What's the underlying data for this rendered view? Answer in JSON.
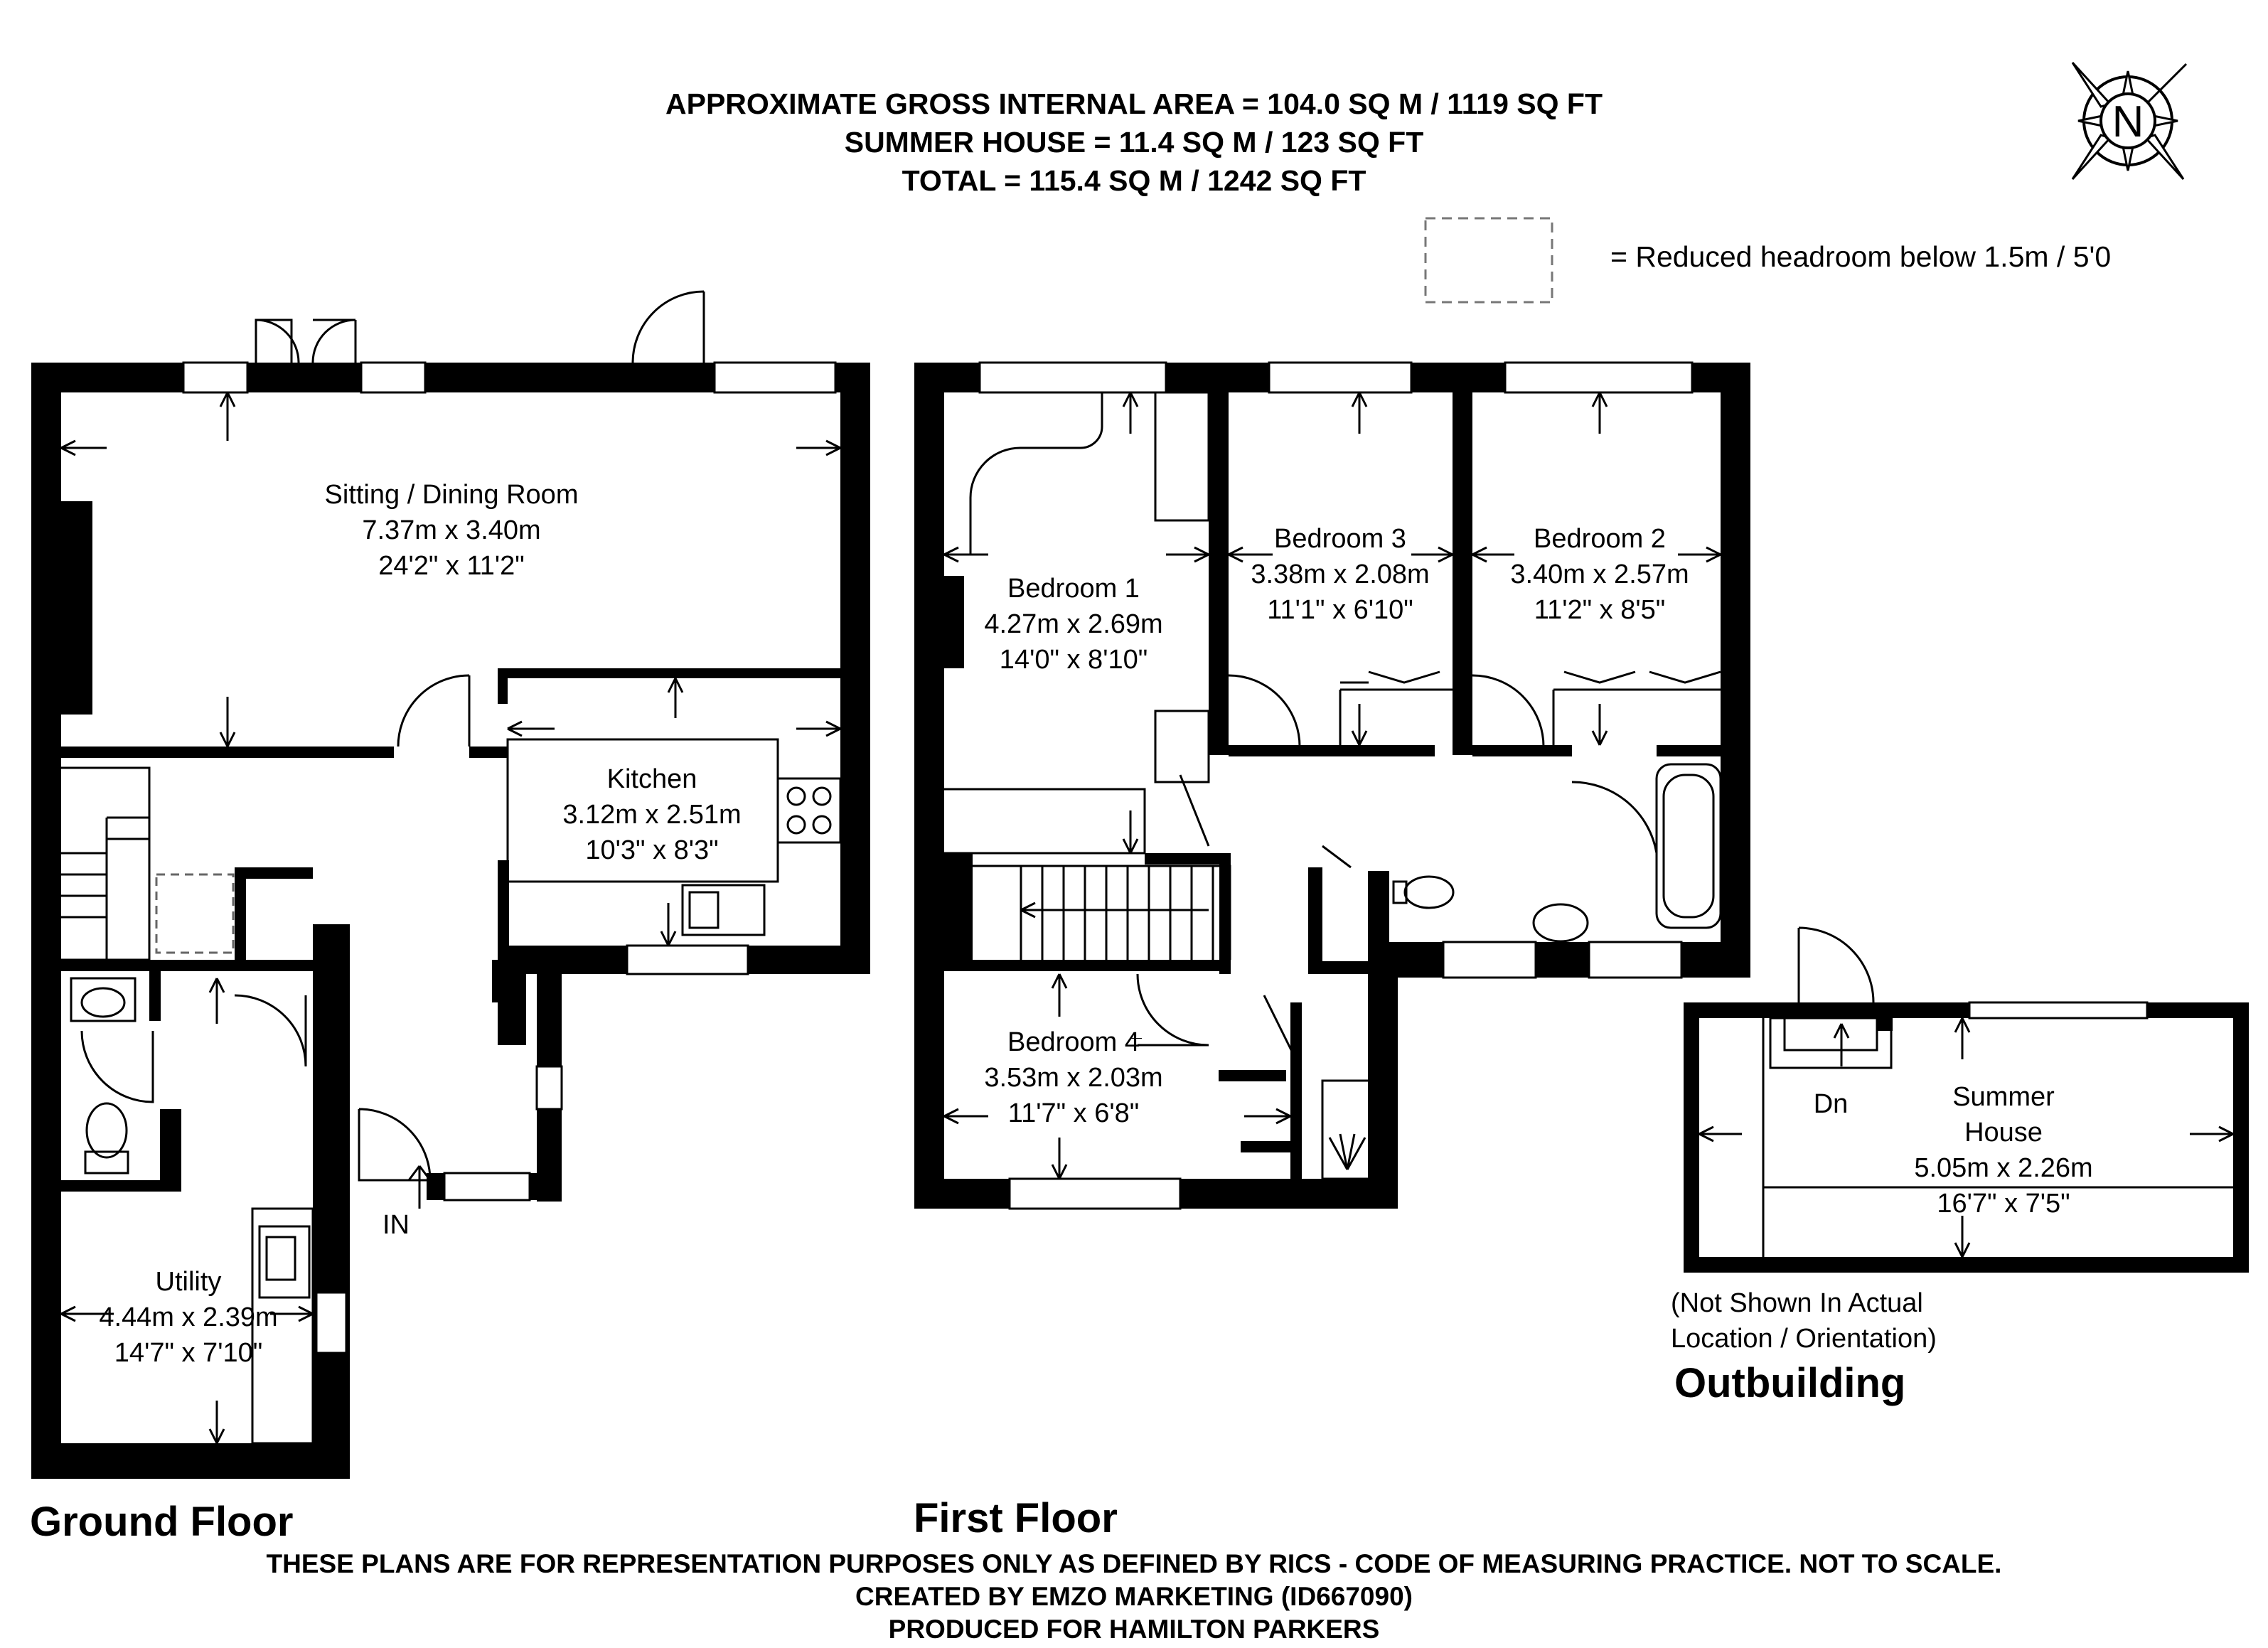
{
  "header": {
    "line1": "APPROXIMATE GROSS INTERNAL AREA = 104.0 SQ M / 1119 SQ FT",
    "line2": "SUMMER HOUSE = 11.4 SQ M / 123 SQ FT",
    "line3": "TOTAL = 115.4 SQ M / 1242 SQ FT"
  },
  "compass": {
    "letter": "N"
  },
  "legend": {
    "text": "= Reduced headroom below 1.5m / 5'0"
  },
  "ground_floor": {
    "label": "Ground Floor",
    "entrance": "IN",
    "rooms": {
      "sitting": {
        "name": "Sitting / Dining Room",
        "metric": "7.37m x 3.40m",
        "imperial": "24'2\" x 11'2\""
      },
      "kitchen": {
        "name": "Kitchen",
        "metric": "3.12m x 2.51m",
        "imperial": "10'3\" x 8'3\""
      },
      "utility": {
        "name": "Utility",
        "metric": "4.44m x 2.39m",
        "imperial": "14'7\" x 7'10\""
      }
    }
  },
  "first_floor": {
    "label": "First Floor",
    "rooms": {
      "bedroom1": {
        "name": "Bedroom 1",
        "metric": "4.27m x 2.69m",
        "imperial": "14'0\" x 8'10\""
      },
      "bedroom3": {
        "name": "Bedroom 3",
        "metric": "3.38m x 2.08m",
        "imperial": "11'1\" x 6'10\""
      },
      "bedroom2": {
        "name": "Bedroom 2",
        "metric": "3.40m x 2.57m",
        "imperial": "11'2\" x 8'5\""
      },
      "bedroom4": {
        "name": "Bedroom 4",
        "metric": "3.53m x 2.03m",
        "imperial": "11'7\" x 6'8\""
      }
    }
  },
  "outbuilding": {
    "label": "Outbuilding",
    "note_line1": "(Not Shown In Actual",
    "note_line2": "Location / Orientation)",
    "stairs": "Dn",
    "room": {
      "name_line1": "Summer",
      "name_line2": "House",
      "metric": "5.05m x 2.26m",
      "imperial": "16'7\" x 7'5\""
    }
  },
  "footer": {
    "line1": "THESE PLANS ARE FOR REPRESENTATION PURPOSES ONLY AS DEFINED BY RICS - CODE OF MEASURING PRACTICE. NOT TO SCALE.",
    "line2": "CREATED BY EMZO MARKETING (ID667090)",
    "line3": "PRODUCED FOR HAMILTON PARKERS"
  }
}
